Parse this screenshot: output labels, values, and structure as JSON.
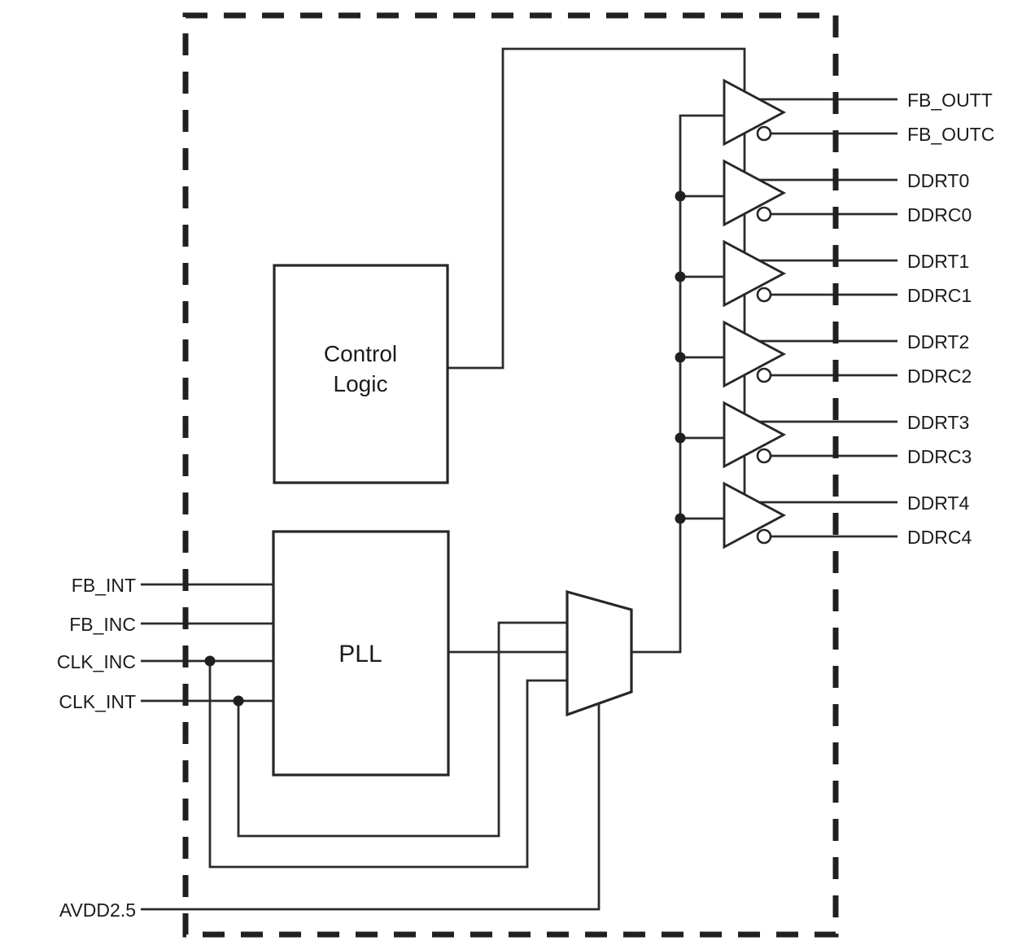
{
  "blocks": {
    "control_logic": {
      "line1": "Control",
      "line2": "Logic"
    },
    "pll": {
      "label": "PLL"
    }
  },
  "left_pins": [
    {
      "label": "FB_INT"
    },
    {
      "label": "FB_INC"
    },
    {
      "label": "CLK_INC"
    },
    {
      "label": "CLK_INT"
    }
  ],
  "power_pin": {
    "label": "AVDD2.5"
  },
  "output_pairs": [
    {
      "t": "FB_OUTT",
      "c": "FB_OUTC"
    },
    {
      "t": "DDRT0",
      "c": "DDRC0"
    },
    {
      "t": "DDRT1",
      "c": "DDRC1"
    },
    {
      "t": "DDRT2",
      "c": "DDRC2"
    },
    {
      "t": "DDRT3",
      "c": "DDRC3"
    },
    {
      "t": "DDRT4",
      "c": "DDRC4"
    }
  ],
  "colors": {
    "line": "#231f20",
    "background": "#ffffff"
  }
}
